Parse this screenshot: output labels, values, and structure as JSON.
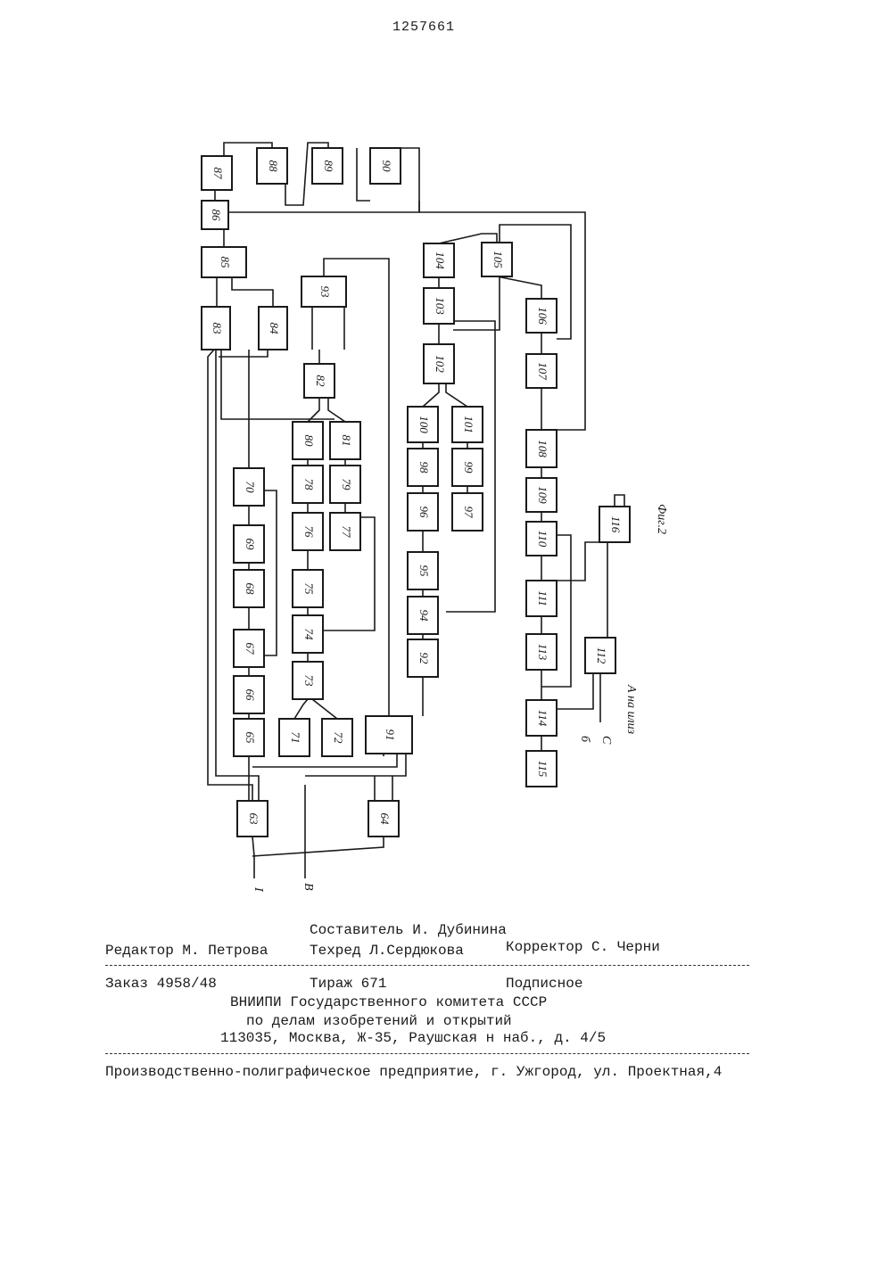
{
  "header": {
    "patent_number": "1257661"
  },
  "diagram": {
    "figure_label": "Фиг.2",
    "signals": {
      "g": "Г",
      "v": "В",
      "a_note": "А на илиз",
      "b": "б",
      "c": "С"
    },
    "blocks": [
      "63",
      "64",
      "65",
      "66",
      "67",
      "68",
      "69",
      "70",
      "71",
      "72",
      "73",
      "74",
      "75",
      "76",
      "77",
      "78",
      "79",
      "80",
      "81",
      "82",
      "83",
      "84",
      "85",
      "86",
      "87",
      "88",
      "89",
      "90",
      "91",
      "92",
      "93",
      "94",
      "95",
      "96",
      "97",
      "98",
      "99",
      "100",
      "101",
      "102",
      "103",
      "104",
      "105",
      "106",
      "107",
      "108",
      "109",
      "110",
      "111",
      "112",
      "113",
      "114",
      "115",
      "116"
    ]
  },
  "footer": {
    "compiler": "Составитель И. Дубинина",
    "editor": "Редактор М. Петрова",
    "techred": "Техред Л.Сердюкова",
    "corrector": "Корректор С. Черни",
    "order": "Заказ 4958/48",
    "circulation": "Тираж 671",
    "subscription": "Подписное",
    "org1": "ВНИИПИ Государственного комитета СССР",
    "org2": "по делам изобретений и открытий",
    "address": "113035, Москва, Ж-35, Раушская н наб., д. 4/5",
    "printer": "Производственно-полиграфическое предприятие, г. Ужгород, ул. Проектная,4"
  }
}
